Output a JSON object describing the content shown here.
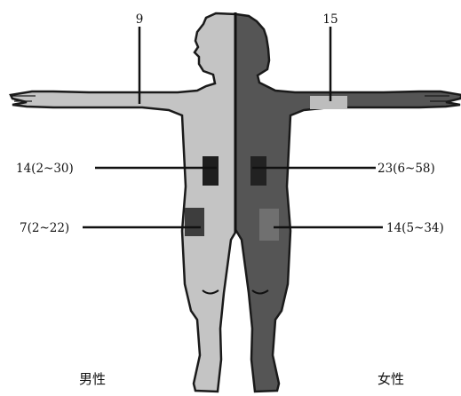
{
  "figure": {
    "colors": {
      "male_body": "#c4c4c4",
      "female_body": "#555555",
      "outline": "#1a1a1a",
      "male_patch_dark": "#1e1e1e",
      "male_patch_mid": "#3d3d3d",
      "female_patch_light": "#bdbdbd",
      "female_patch_dark": "#222222",
      "female_patch_mid": "#707070"
    },
    "male": {
      "gender_label": "男性",
      "labels": {
        "arm": "9",
        "abdomen": "14(2~30)",
        "thigh": "7(2~22)"
      }
    },
    "female": {
      "gender_label": "女性",
      "labels": {
        "arm": "15",
        "abdomen": "23(6~58)",
        "thigh": "14(5~34)"
      }
    }
  }
}
